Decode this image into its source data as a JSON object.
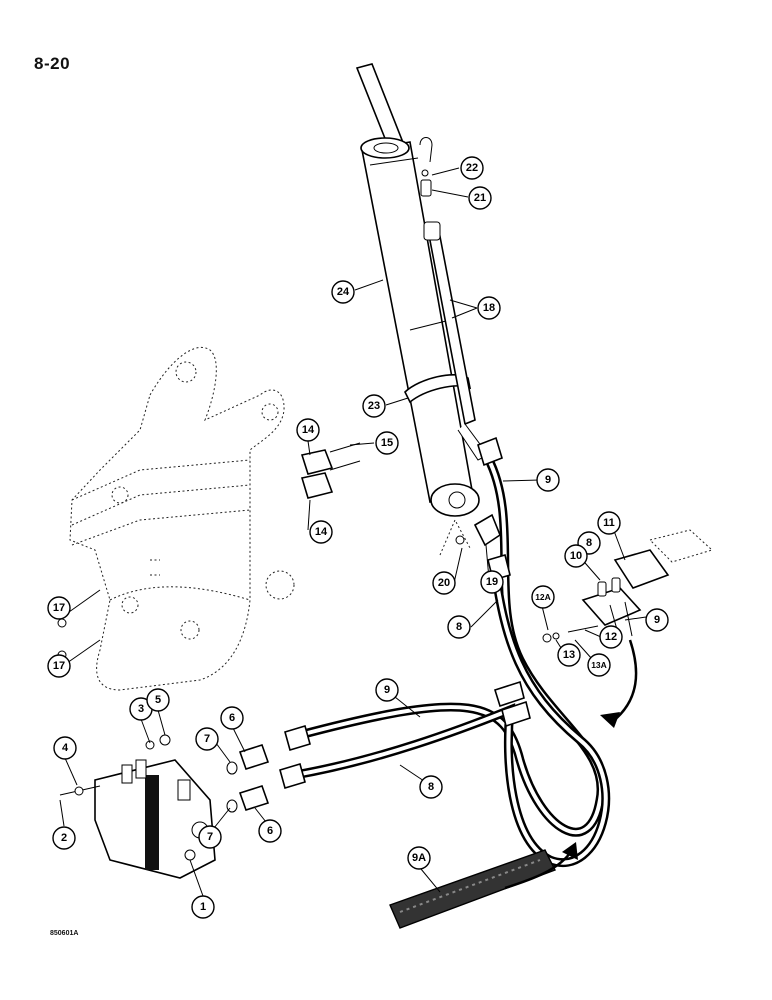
{
  "page": {
    "number": "8-20",
    "figure_code": "850601A"
  },
  "callouts": [
    {
      "id": "c1",
      "label": "1"
    },
    {
      "id": "c2",
      "label": "2"
    },
    {
      "id": "c3",
      "label": "3"
    },
    {
      "id": "c4",
      "label": "4"
    },
    {
      "id": "c5",
      "label": "5"
    },
    {
      "id": "c6a",
      "label": "6"
    },
    {
      "id": "c6b",
      "label": "6"
    },
    {
      "id": "c7a",
      "label": "7"
    },
    {
      "id": "c7b",
      "label": "7"
    },
    {
      "id": "c8a",
      "label": "8"
    },
    {
      "id": "c8b",
      "label": "8"
    },
    {
      "id": "c8c",
      "label": "8"
    },
    {
      "id": "c9a",
      "label": "9"
    },
    {
      "id": "c9b",
      "label": "9"
    },
    {
      "id": "c9c",
      "label": "9"
    },
    {
      "id": "c9A",
      "label": "9A"
    },
    {
      "id": "c10",
      "label": "10"
    },
    {
      "id": "c11",
      "label": "11"
    },
    {
      "id": "c12",
      "label": "12"
    },
    {
      "id": "c12A",
      "label": "12A"
    },
    {
      "id": "c13",
      "label": "13"
    },
    {
      "id": "c13A",
      "label": "13A"
    },
    {
      "id": "c14a",
      "label": "14"
    },
    {
      "id": "c14b",
      "label": "14"
    },
    {
      "id": "c15",
      "label": "15"
    },
    {
      "id": "c17a",
      "label": "17"
    },
    {
      "id": "c17b",
      "label": "17"
    },
    {
      "id": "c18",
      "label": "18"
    },
    {
      "id": "c19",
      "label": "19"
    },
    {
      "id": "c20",
      "label": "20"
    },
    {
      "id": "c21",
      "label": "21"
    },
    {
      "id": "c22",
      "label": "22"
    },
    {
      "id": "c23",
      "label": "23"
    },
    {
      "id": "c24",
      "label": "24"
    }
  ]
}
